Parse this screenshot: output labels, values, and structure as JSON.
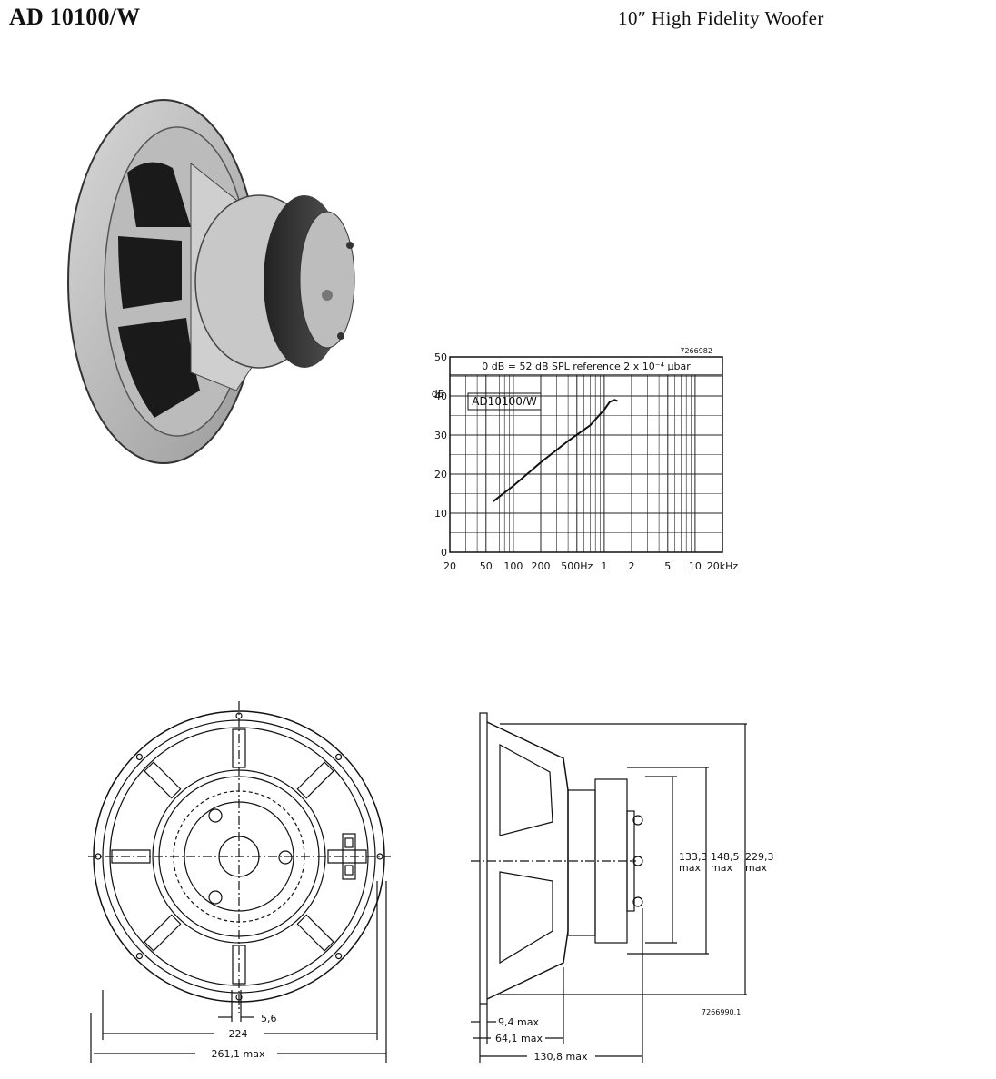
{
  "header": {
    "model": "AD 10100/W",
    "description": "10″ High Fidelity Woofer"
  },
  "chart_data": {
    "type": "line",
    "code": "7266982",
    "title": "0 dB = 52 dB  SPL  reference  2 x 10⁻⁴ µbar",
    "ylabel": "dB",
    "ylim": [
      0,
      50
    ],
    "yticks": [
      "0",
      "10",
      "20",
      "30",
      "40",
      "50"
    ],
    "xscale": "log",
    "xlim": [
      20,
      20000
    ],
    "xtick_values": [
      20,
      50,
      100,
      200,
      500,
      1000,
      2000,
      5000,
      10000,
      20000
    ],
    "xtick_labels": [
      "20",
      "50",
      "100",
      "200",
      "500Hz",
      "1",
      "2",
      "5",
      "10",
      "20kHz"
    ],
    "grid": true,
    "series": [
      {
        "name": "AD10100/W",
        "x": [
          60,
          100,
          200,
          400,
          700,
          1000,
          1150,
          1300,
          1400
        ],
        "y": [
          13,
          17,
          23,
          28.5,
          32.5,
          36.5,
          38.5,
          39,
          38.7
        ]
      }
    ]
  },
  "drawings": {
    "front_code": "7266990.1",
    "dims": {
      "d_5_6": "5,6",
      "d_224": "224",
      "d_261": "261,1 max",
      "d_133": "133,3",
      "d_148": "148,5",
      "d_229": "229,3",
      "max_label": "max",
      "d_9_4": "9,4 max",
      "d_64_1": "64,1 max",
      "d_130_8": "130,8 max"
    }
  }
}
